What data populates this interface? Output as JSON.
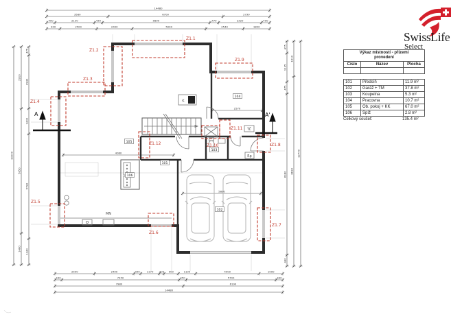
{
  "brand": {
    "name": "SwissLife",
    "sub": "Select",
    "color": "#d4202c"
  },
  "room_table": {
    "title_line1": "Výkaz místností - přízemí",
    "title_line2": "provedení",
    "columns": [
      "Číslo",
      "Název",
      "Plocha"
    ],
    "rows": [
      [
        "101",
        "Předsíň",
        "11.9 m²"
      ],
      [
        "102",
        "Garáž + TM",
        "37.8 m²"
      ],
      [
        "103",
        "Koupelna",
        "5.3 m²"
      ],
      [
        "104",
        "Pracovna",
        "10.7 m²"
      ],
      [
        "105",
        "Ob. pokoj + KK",
        "67.0 m²"
      ],
      [
        "106",
        "Spíž",
        "2.8 m²"
      ]
    ],
    "total_label": "Celkový součet:",
    "total_value": "135.4 m²"
  },
  "plan": {
    "zones": [
      {
        "label": "Z1.1"
      },
      {
        "label": "Z1.2"
      },
      {
        "label": "Z1.3"
      },
      {
        "label": "Z1.4"
      },
      {
        "label": "Z1.5"
      },
      {
        "label": "Z1.6"
      },
      {
        "label": "Z1.7"
      },
      {
        "label": "Z1.8"
      },
      {
        "label": "Z1.9"
      },
      {
        "label": "Z1.10"
      },
      {
        "label": "Z1.11"
      },
      {
        "label": "Z1.12"
      }
    ],
    "rooms": [
      {
        "num": "101"
      },
      {
        "num": "102"
      },
      {
        "num": "103"
      },
      {
        "num": "104"
      },
      {
        "num": "105"
      },
      {
        "num": "106"
      }
    ],
    "sections": {
      "a": "A",
      "a_prime": "A'"
    },
    "equipment": {
      "fireplace": "K",
      "kitchen_unit": "MN",
      "panel": "Rp",
      "heat_pump": "TČ"
    },
    "interior_dims": {
      "living": [
        "4080"
      ],
      "garage": [
        "5880"
      ],
      "office": [
        "2570"
      ]
    },
    "dims": {
      "top": {
        "row1": [
          "14480"
        ],
        "row2": [
          "3580",
          "6700",
          "2730"
        ],
        "row3": [
          "450",
          "2130",
          "430",
          "5800",
          "470",
          "2320",
          "450"
        ],
        "row4": [
          "900",
          "2500",
          "2400",
          "5000",
          "2540",
          "1800"
        ]
      },
      "left": {
        "col1": [
          "10240"
        ],
        "col2": [
          "2910",
          "5850",
          "1480"
        ],
        "col3": [
          "475",
          "2940",
          "1400",
          "5790",
          "1440"
        ]
      },
      "right": {
        "col1": [
          "475",
          "1135",
          "475",
          "6380",
          "440"
        ],
        "col2": [
          "1610",
          "8630"
        ],
        "col3": [
          "12740"
        ]
      },
      "bottom": {
        "row1": [
          "2500",
          "2490",
          "430",
          "1170",
          "300",
          "900",
          "1100",
          "4000",
          "1500"
        ],
        "row2": [
          "440",
          "7450",
          "450",
          "5700",
          "440"
        ],
        "row3": [
          "7980",
          "6190"
        ],
        "row4": [
          "14480"
        ]
      }
    },
    "colors": {
      "annotation": "#c0392b",
      "wall": "#2d2d2d",
      "dim_text": "#333333"
    }
  }
}
